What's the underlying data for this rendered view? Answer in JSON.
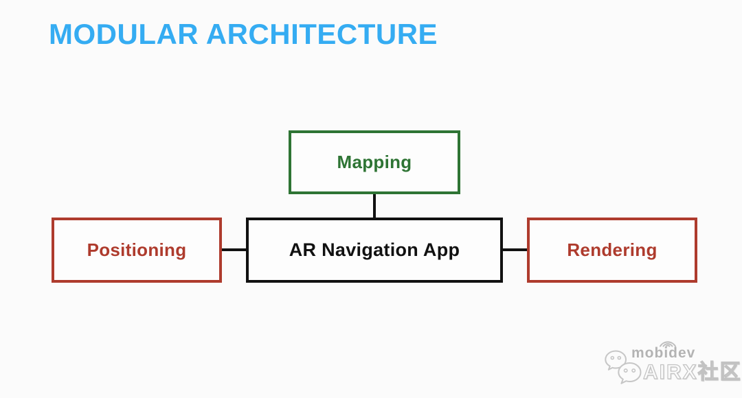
{
  "page": {
    "background_color": "#fbfbfb"
  },
  "title": {
    "text": "MODULAR ARCHITECTURE",
    "color": "#35acf2"
  },
  "diagram": {
    "nodes": [
      {
        "id": "mapping",
        "label": "Mapping",
        "accent_color": "#2e7434"
      },
      {
        "id": "ar-navigation-app",
        "label": "AR Navigation App",
        "accent_color": "#111111"
      },
      {
        "id": "positioning",
        "label": "Positioning",
        "accent_color": "#ae3b2d"
      },
      {
        "id": "rendering",
        "label": "Rendering",
        "accent_color": "#ae3b2d"
      }
    ],
    "edges": [
      {
        "from": "mapping",
        "to": "ar-navigation-app"
      },
      {
        "from": "positioning",
        "to": "ar-navigation-app"
      },
      {
        "from": "ar-navigation-app",
        "to": "rendering"
      }
    ],
    "edge_color": "#111111"
  },
  "watermark": {
    "brand": "mobidev",
    "community": "AIRX社区",
    "color": "#b3b3b3",
    "icons": [
      "wifi-signal-icon",
      "wechat-icon"
    ]
  }
}
